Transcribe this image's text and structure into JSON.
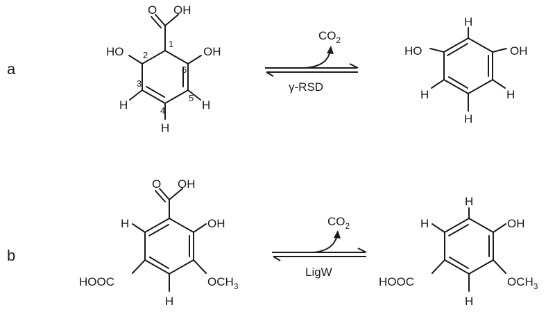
{
  "reaction_a": {
    "panel_label": "a",
    "enzyme": "γ-RSD",
    "released": {
      "formula": "CO",
      "subscript": "2"
    },
    "substrate": {
      "carboxyl_O": "O",
      "carboxyl_OH": "OH",
      "hydroxyl_left": "HO",
      "hydroxyl_right": "OH",
      "h_left": "H",
      "h_right": "H",
      "h_bottom": "H",
      "positions": [
        "1",
        "2",
        "3",
        "4",
        "5",
        "6"
      ]
    },
    "product": {
      "hydroxyl_left": "HO",
      "hydroxyl_right": "OH",
      "h_top": "H",
      "h_left": "H",
      "h_right": "H",
      "h_bottom": "H"
    }
  },
  "reaction_b": {
    "panel_label": "b",
    "enzyme": "LigW",
    "released": {
      "formula": "CO",
      "subscript": "2"
    },
    "substrate": {
      "carboxyl_O": "O",
      "carboxyl_OH": "OH",
      "hydroxyl": "OH",
      "methoxy": {
        "base": "OCH",
        "subscript": "3"
      },
      "carboxyl_group": "HOOC",
      "h_left": "H",
      "h_bottom": "H"
    },
    "product": {
      "h_top": "H",
      "h_left": "H",
      "h_bottom": "H",
      "hydroxyl": "OH",
      "methoxy": {
        "base": "OCH",
        "subscript": "3"
      },
      "carboxyl_group": "HOOC"
    }
  }
}
